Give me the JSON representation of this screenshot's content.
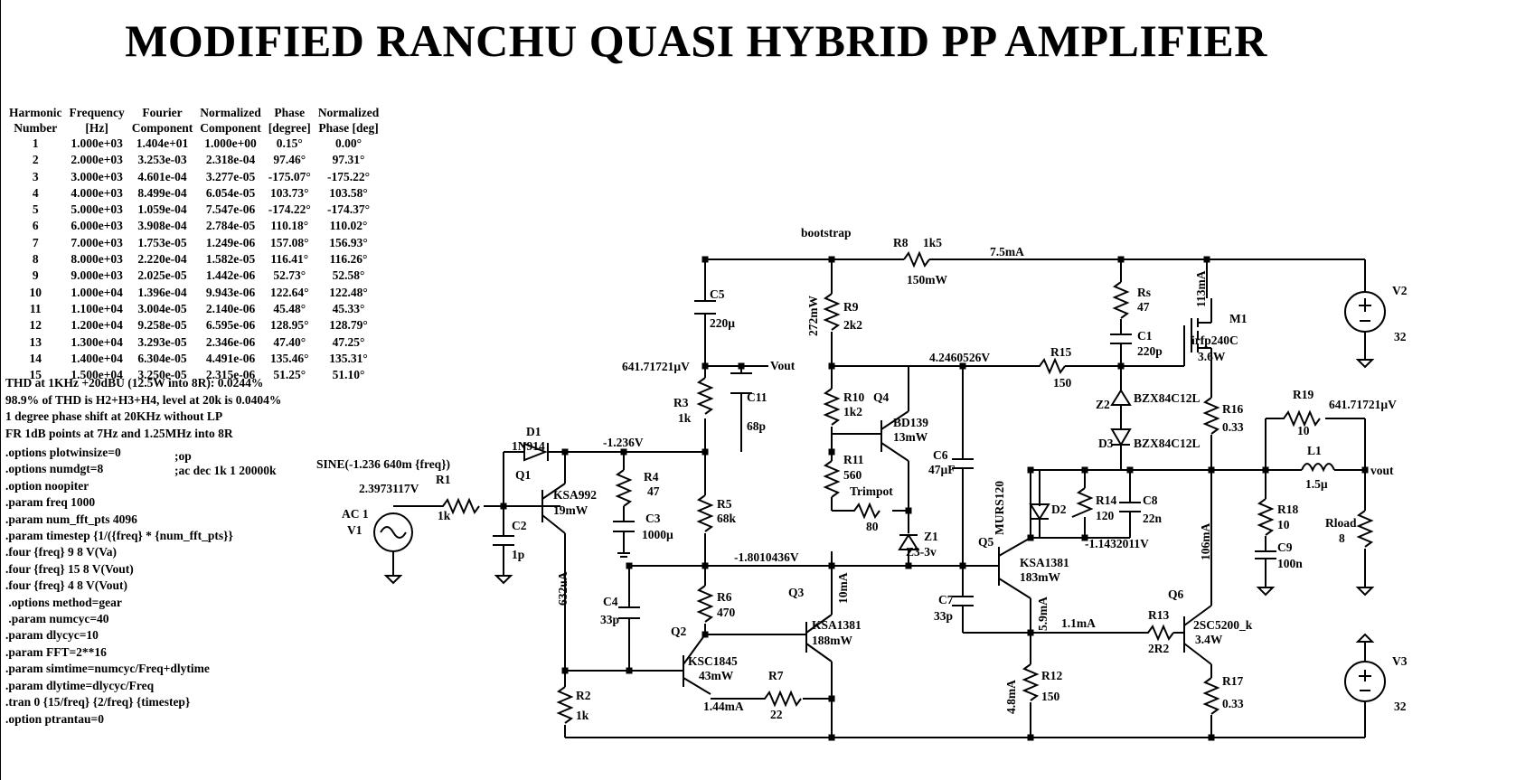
{
  "title": "MODIFIED RANCHU QUASI HYBRID PP AMPLIFIER",
  "harmonics": {
    "headers": [
      [
        "Harmonic",
        "Number"
      ],
      [
        "Frequency",
        "[Hz]"
      ],
      [
        "Fourier",
        "Component"
      ],
      [
        "Normalized",
        "Component"
      ],
      [
        "Phase",
        "[degree]"
      ],
      [
        "Normalized",
        "Phase [deg]"
      ]
    ],
    "rows": [
      [
        "1",
        "1.000e+03",
        "1.404e+01",
        "1.000e+00",
        "0.15°",
        "0.00°"
      ],
      [
        "2",
        "2.000e+03",
        "3.253e-03",
        "2.318e-04",
        "97.46°",
        "97.31°"
      ],
      [
        "3",
        "3.000e+03",
        "4.601e-04",
        "3.277e-05",
        "-175.07°",
        "-175.22°"
      ],
      [
        "4",
        "4.000e+03",
        "8.499e-04",
        "6.054e-05",
        "103.73°",
        "103.58°"
      ],
      [
        "5",
        "5.000e+03",
        "1.059e-04",
        "7.547e-06",
        "-174.22°",
        "-174.37°"
      ],
      [
        "6",
        "6.000e+03",
        "3.908e-04",
        "2.784e-05",
        "110.18°",
        "110.02°"
      ],
      [
        "7",
        "7.000e+03",
        "1.753e-05",
        "1.249e-06",
        "157.08°",
        "156.93°"
      ],
      [
        "8",
        "8.000e+03",
        "2.220e-04",
        "1.582e-05",
        "116.41°",
        "116.26°"
      ],
      [
        "9",
        "9.000e+03",
        "2.025e-05",
        "1.442e-06",
        "52.73°",
        "52.58°"
      ],
      [
        "10",
        "1.000e+04",
        "1.396e-04",
        "9.943e-06",
        "122.64°",
        "122.48°"
      ],
      [
        "11",
        "1.100e+04",
        "3.004e-05",
        "2.140e-06",
        "45.48°",
        "45.33°"
      ],
      [
        "12",
        "1.200e+04",
        "9.258e-05",
        "6.595e-06",
        "128.95°",
        "128.79°"
      ],
      [
        "13",
        "1.300e+04",
        "3.293e-05",
        "2.346e-06",
        "47.40°",
        "47.25°"
      ],
      [
        "14",
        "1.400e+04",
        "6.304e-05",
        "4.491e-06",
        "135.46°",
        "135.31°"
      ],
      [
        "15",
        "1.500e+04",
        "3.250e-05",
        "2.315e-06",
        "51.25°",
        "51.10°"
      ]
    ]
  },
  "notes": [
    "THD at 1KHz +20dBU (12.5W into 8R):  0.0244%",
    "98.9% of THD is H2+H3+H4, level at 20k is 0.0404%",
    "1 degree phase shift at 20KHz without LP",
    "FR 1dB points at 7Hz and 1.25MHz into 8R"
  ],
  "commands": [
    ".options plotwinsize=0",
    ".options numdgt=8",
    ".option noopiter",
    ".param freq 1000",
    ".param num_fft_pts 4096",
    ".param timestep {1/({freq} * {num_fft_pts}}",
    ".four {freq} 9 8 V(Va)",
    ".four {freq} 15 8 V(Vout)",
    ".four {freq} 4 8 V(Vout)",
    " .options method=gear",
    " .param numcyc=40",
    ".param dlycyc=10",
    ".param FFT=2**16",
    ".param simtime=numcyc/Freq+dlytime",
    ".param dlytime=dlycyc/Freq",
    ".tran 0 {15/freq} {2/freq} {timestep}",
    ".option ptrantau=0"
  ],
  "commands_side": [
    ";op",
    ";ac dec 1k 1 20000k"
  ],
  "schematic_labels": {
    "sine": "SINE(-1.236 640m {freq})",
    "ac": "AC 1",
    "v1": "V1",
    "v_in": "2.3973117V",
    "r1": "R1",
    "r1v": "1k",
    "c2": "C2",
    "c2v": "1p",
    "q1": "Q1",
    "ksa992": "KSA992",
    "q1p": "19mW",
    "d1": "D1",
    "d1v": "1N914",
    "i632": "632uA",
    "n1236": "-1.236V",
    "r4": "R4",
    "r4v": "47",
    "c3": "C3",
    "c3v": "1000µ",
    "r3": "R3",
    "r3v": "1k",
    "c11": "C11",
    "c11v": "68p",
    "vout_top": "Vout",
    "vtop": "641.71721µV",
    "c5": "C5",
    "c5v": "220µ",
    "r5": "R5",
    "r5v": "68k",
    "n1801": "-1.8010436V",
    "c4": "C4",
    "c4v": "33p",
    "r6": "R6",
    "r6v": "470",
    "q2": "Q2",
    "ksc1845": "KSC1845",
    "q2p": "43mW",
    "r7": "R7",
    "r7v": "22",
    "i144": "1.44mA",
    "q3": "Q3",
    "ksa1381a": "KSA1381",
    "q3p": "188mW",
    "i10": "10mA",
    "r2": "R2",
    "r2v": "1k",
    "bootstrap": "bootstrap",
    "r8": "R8",
    "r8v": "1k5",
    "r8p": "150mW",
    "i75": "7.5mA",
    "r9": "R9",
    "r9v": "2k2",
    "r9p": "272mW",
    "r10": "R10",
    "r10v": "1k2",
    "q4": "Q4",
    "bd139": "BD139",
    "q4p": "13mW",
    "r11": "R11",
    "r11v": "560",
    "trimpot": "Trimpot",
    "trimv": "80",
    "z1": "Z1",
    "z1v": "Z3-3v",
    "c6": "C6",
    "c6v": "47µF",
    "v424": "4.2460526V",
    "r15": "R15",
    "r15v": "150",
    "rs": "Rs",
    "rsv": "47",
    "c1": "C1",
    "c1v": "220p",
    "i113": "113mA",
    "m1": "M1",
    "irfp": "irfp240C",
    "m1p": "3.6W",
    "z2": "Z2",
    "bzx1": "BZX84C12L",
    "d3": "D3",
    "bzx2": "BZX84C12L",
    "r16": "R16",
    "r16v": "0.33",
    "murs": "MURS120",
    "d2": "D2",
    "r14": "R14",
    "r14v": "120",
    "c8": "C8",
    "c8v": "22n",
    "n1143": "-1.1432011V",
    "q5": "Q5",
    "ksa1381b": "KSA1381",
    "q5p": "183mW",
    "i59": "5.9mA",
    "c7": "C7",
    "c7v": "33p",
    "r13": "R13",
    "r13v": "2R2",
    "i11": "1.1mA",
    "r12": "R12",
    "r12v": "150",
    "i48": "4.8mA",
    "q6": "Q6",
    "sc5200": "2SC5200_k",
    "q6p": "3.4W",
    "i106": "106mA",
    "r17": "R17",
    "r17v": "0.33",
    "r19": "R19",
    "r19v": "10",
    "vr19": "641.71721µV",
    "l1": "L1",
    "l1v": "1.5µ",
    "vout": "vout",
    "r18": "R18",
    "r18v": "10",
    "c9": "C9",
    "c9v": "100n",
    "rload": "Rload",
    "rloadv": "8",
    "v2": "V2",
    "v2v": "32",
    "v3": "V3",
    "v3v": "32"
  }
}
